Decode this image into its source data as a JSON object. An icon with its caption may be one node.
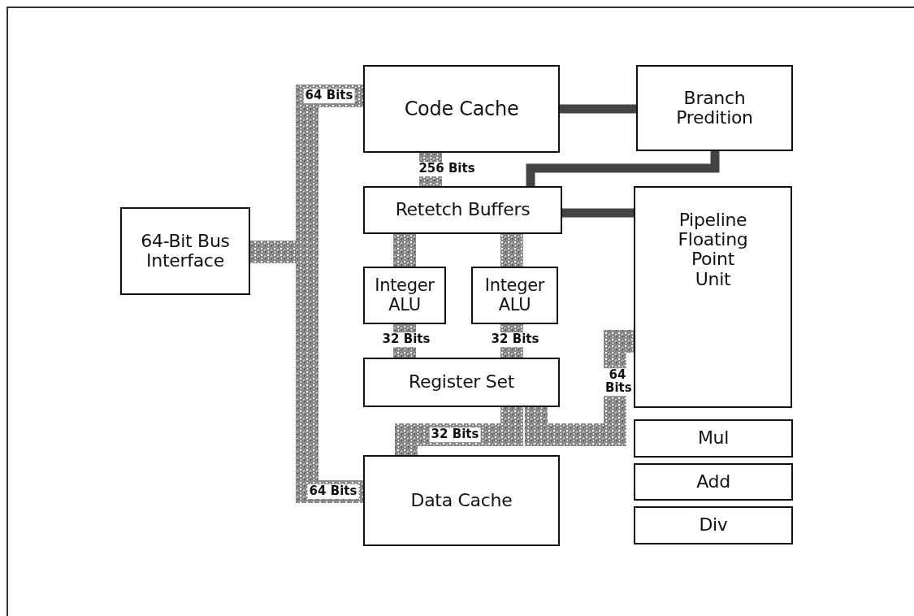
{
  "diagram": {
    "nodes": [
      {
        "text": [
          "64-Bit Bus Interface"
        ]
      },
      {
        "text": [
          "Code Cache"
        ]
      },
      {
        "text": [
          "Branch Predition"
        ]
      },
      {
        "text": [
          "Retetch Buffers"
        ]
      },
      {
        "text": [
          "Pipeline Floating Point Unit"
        ]
      },
      {
        "text": [
          "Integer ALU"
        ]
      },
      {
        "text": [
          "Integer ALU"
        ]
      },
      {
        "text": [
          "Register Set"
        ]
      },
      {
        "text": [
          "Data Cache"
        ]
      },
      {
        "text": [
          "Mul"
        ]
      },
      {
        "text": [
          "Add"
        ]
      },
      {
        "text": [
          "Div"
        ]
      }
    ],
    "edges": [
      {
        "from": 0,
        "to": 1,
        "arrow": "none",
        "label": "64 Bits"
      },
      {
        "from": 0,
        "to": 8,
        "arrow": "none",
        "label": "64 Bits"
      },
      {
        "from": 1,
        "to": 3,
        "arrow": "none",
        "label": "256 Bits"
      },
      {
        "from": 1,
        "to": 2,
        "arrow": "none",
        "color": "#444444"
      },
      {
        "from": 2,
        "to": 3,
        "arrow": "none",
        "color": "#444444"
      },
      {
        "from": 3,
        "to": 4,
        "arrow": "none",
        "color": "#444444"
      },
      {
        "from": 3,
        "to": 5,
        "arrow": "none"
      },
      {
        "from": 3,
        "to": 6,
        "arrow": "none"
      },
      {
        "from": 5,
        "to": 7,
        "arrow": "none",
        "label": "32 Bits"
      },
      {
        "from": 6,
        "to": 7,
        "arrow": "none",
        "label": "32 Bits"
      },
      {
        "from": 7,
        "to": 8,
        "arrow": "none",
        "label": "32 Bits"
      },
      {
        "from": 7,
        "to": 4,
        "arrow": "none",
        "label": "64 Bits"
      }
    ]
  }
}
